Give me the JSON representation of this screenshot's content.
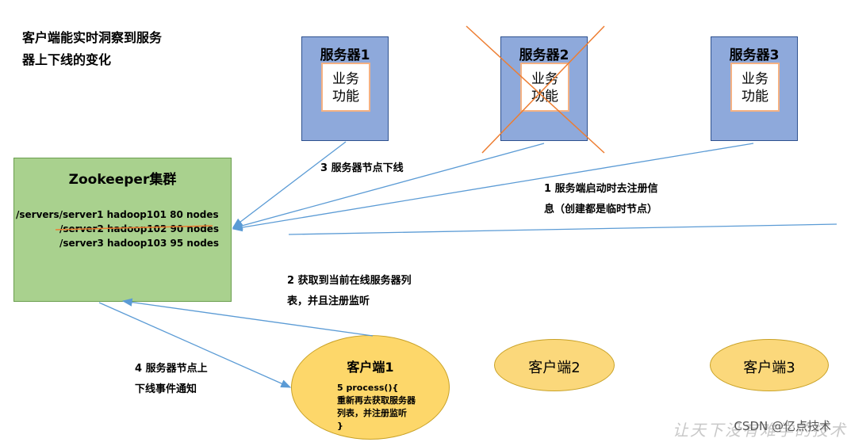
{
  "title_lines": [
    "客户端能实时洞察到服务",
    "器上下线的变化"
  ],
  "servers": [
    {
      "name": "服务器1",
      "biz": [
        "业务",
        "功能"
      ]
    },
    {
      "name": "服务器2",
      "biz": [
        "业务",
        "功能"
      ]
    },
    {
      "name": "服务器3",
      "biz": [
        "业务",
        "功能"
      ]
    }
  ],
  "zookeeper": {
    "title": "Zookeeper集群",
    "lines": [
      "/servers/server1  hadoop101  80 nodes",
      "/server2 hadoop102  90 nodes",
      "/server3 hadoop103  95 nodes"
    ]
  },
  "labels": {
    "step3": "3  服务器节点下线",
    "step1": [
      "1  服务端启动时去注册信",
      "息（创建都是临时节点）"
    ],
    "step2": [
      "2  获取到当前在线服务器列",
      "表，并且注册监听"
    ],
    "step4": [
      "4  服务器节点上",
      "下线事件通知"
    ]
  },
  "clients": [
    {
      "name": "客户端1",
      "body": [
        "5 process(){",
        "重新再去获取服务器",
        "列表，并注册监听",
        "}"
      ]
    },
    {
      "name": "客户端2"
    },
    {
      "name": "客户端3"
    }
  ],
  "watermark": {
    "csdn": "CSDN @亿点技术",
    "handwriting": "让天下没有难学的技术"
  },
  "colors": {
    "server_fill": "#8ea9db",
    "zk_fill": "#a9d18e",
    "client_fill": "#fbd87b",
    "arrow": "#5b9bd5",
    "cross": "#ed7d31"
  }
}
